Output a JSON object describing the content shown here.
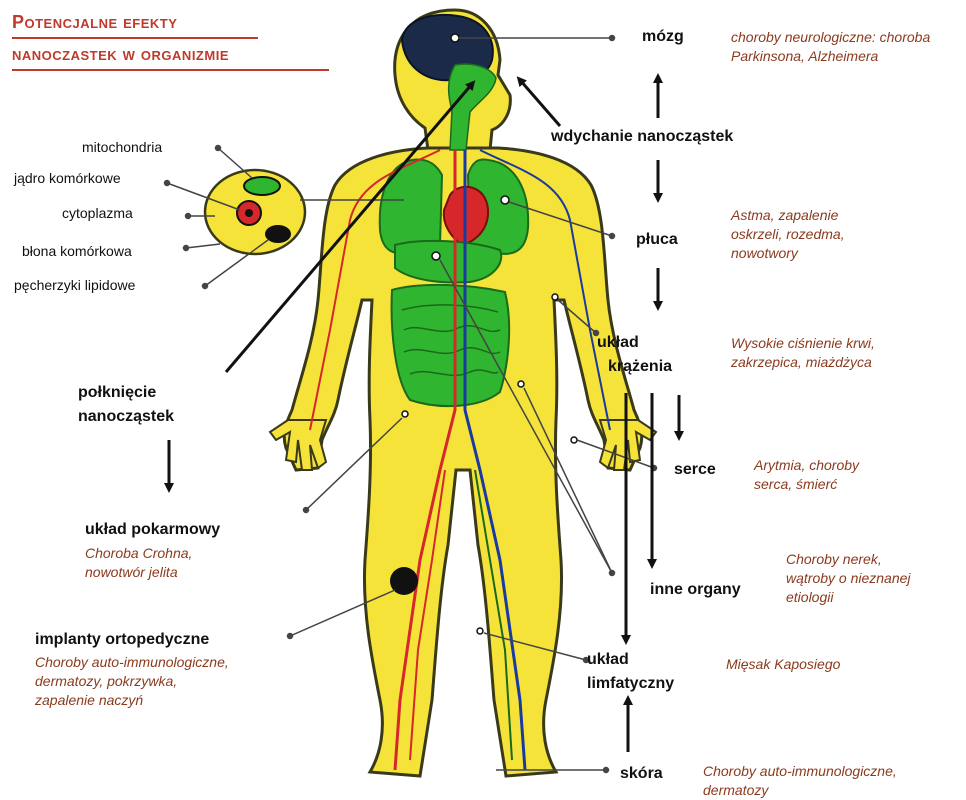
{
  "title": {
    "line1": "Potencjalne efekty",
    "line2": "nanoczastek w organizmie"
  },
  "cell_labels": {
    "mitochondria": "mitochondria",
    "nucleus": "jądro komórkowe",
    "cytoplasm": "cytoplazma",
    "membrane": "błona komórkowa",
    "vesicles": "pęcherzyki lipidowe"
  },
  "routes": {
    "brain": "mózg",
    "inhalation": "wdychanie nanocząstek",
    "lungs": "płuca",
    "circulation_1": "układ",
    "circulation_2": "krążenia",
    "heart": "serce",
    "other_organs": "inne organy",
    "lymph_1": "układ",
    "lymph_2": "limfatyczny",
    "skin": "skóra",
    "ingestion_1": "połknięcie",
    "ingestion_2": "nanocząstek",
    "digestive": "układ pokarmowy",
    "implants": "implanty ortopedyczne"
  },
  "effects": {
    "brain": [
      "choroby neurologiczne: choroba",
      "Parkinsona, Alzheimera"
    ],
    "lungs": [
      "Astma, zapalenie",
      "oskrzeli, rozedma,",
      "nowotwory"
    ],
    "circulation": [
      "Wysokie ciśnienie krwi,",
      "zakrzepica, miażdżyca"
    ],
    "heart": [
      "Arytmia, choroby",
      "serca, śmierć"
    ],
    "other_organs": [
      "Choroby nerek,",
      "wątroby o nieznanej",
      "etiologii"
    ],
    "lymph": [
      "Mięsak Kaposiego"
    ],
    "digestive": [
      "Choroba Crohna,",
      "nowotwór jelita"
    ],
    "implants": [
      "Choroby auto-immunologiczne,",
      "dermatozy, pokrzywka,",
      "zapalenie naczyń"
    ],
    "skin": [
      "Choroby auto-immunologiczne,",
      "dermatozy"
    ]
  },
  "colors": {
    "title": "#c0392b",
    "body_fill": "#f5e33a",
    "body_outline": "#3a3a1a",
    "organ_green": "#2fb52f",
    "blood_red": "#d6282a",
    "vein_blue": "#1a3aa0",
    "brain": "#1c2a4a",
    "effect_text": "#8b3a1e"
  },
  "icons": [
    "arrow-up-icon",
    "arrow-down-icon",
    "cell-icon"
  ]
}
